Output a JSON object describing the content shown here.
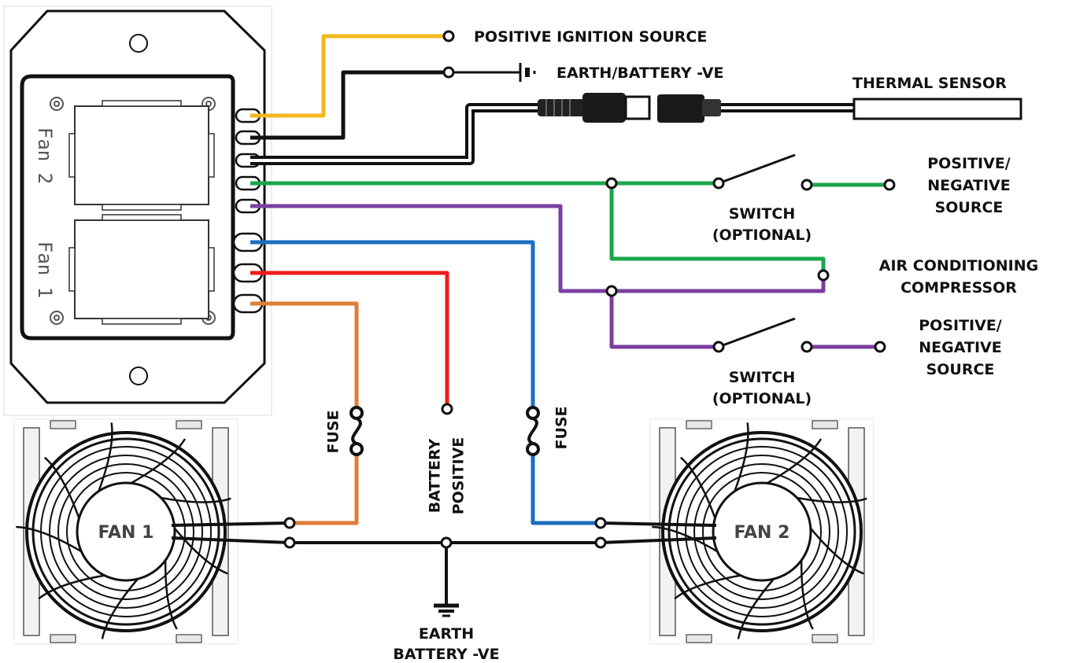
{
  "colors": {
    "ignition": "#f2b81c",
    "earth": "#111111",
    "ac_input": "#1aa64b",
    "ac_output": "#7b3fa0",
    "fan2": "#1a6fc0",
    "battery": "#ee1c1c",
    "fan1": "#e07b39"
  },
  "module": {
    "fan2_label": "Fan 2",
    "fan1_label": "Fan 1"
  },
  "labels": {
    "positive_ignition": "POSITIVE IGNITION SOURCE",
    "earth_battery_top": "EARTH/BATTERY -VE",
    "thermal_sensor": "THERMAL SENSOR",
    "source1_line1": "POSITIVE/",
    "source1_line2": "NEGATIVE",
    "source1_line3": "SOURCE",
    "switch1_line1": "SWITCH",
    "switch1_line2": "(OPTIONAL)",
    "aircon_line1": "AIR CONDITIONING",
    "aircon_line2": "COMPRESSOR",
    "source2_line1": "POSITIVE/",
    "source2_line2": "NEGATIVE",
    "source2_line3": "SOURCE",
    "switch2_line1": "SWITCH",
    "switch2_line2": "(OPTIONAL)",
    "fuse_left": "FUSE",
    "fuse_right": "FUSE",
    "battery_line1": "BATTERY",
    "battery_line2": "POSITIVE",
    "earth_bottom_line1": "EARTH",
    "earth_bottom_line2": "BATTERY -VE"
  },
  "fans": {
    "fan1": "FAN 1",
    "fan2": "FAN 2"
  }
}
